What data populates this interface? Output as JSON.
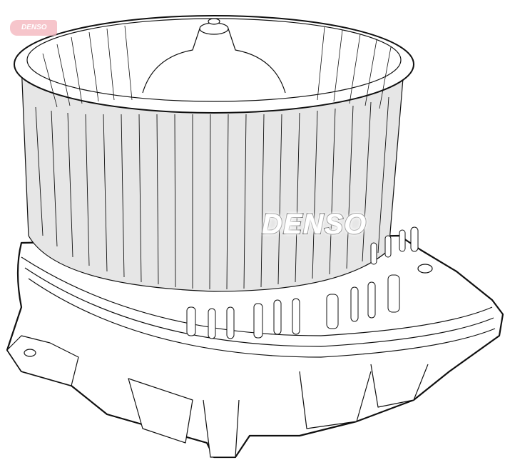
{
  "figure": {
    "subject": "blower motor assembly line drawing",
    "brand_label": "DENSO",
    "watermark_label": "DENSO"
  },
  "colors": {
    "line": "#111111",
    "fill_light": "#ffffff",
    "fill_shade": "#e6e6e6",
    "watermark": "#f4b7bf"
  }
}
